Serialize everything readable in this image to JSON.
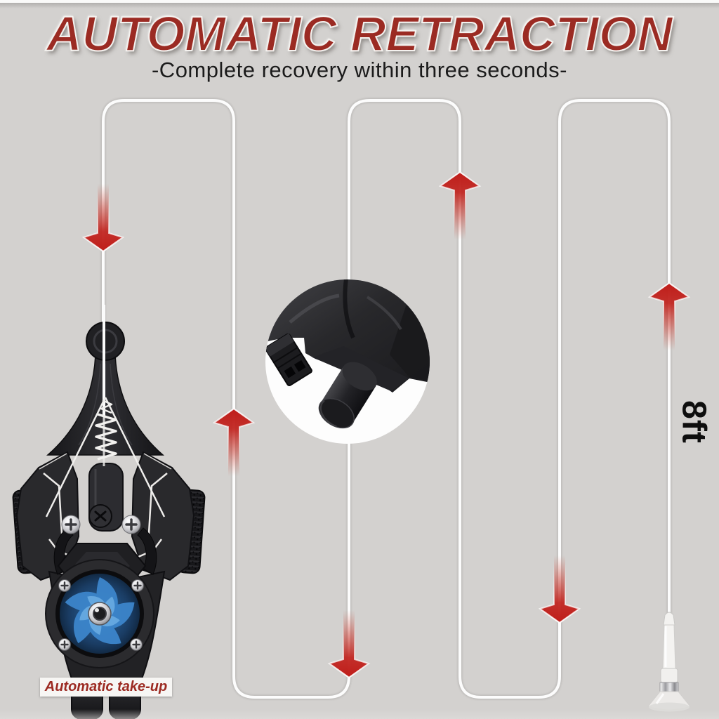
{
  "header": {
    "title": "AUTOMATIC RETRACTION",
    "subtitle": "-Complete recovery within three seconds-"
  },
  "labels": {
    "takeup": "Automatic take-up",
    "rope_length": "8ft"
  },
  "colors": {
    "background": "#d3d1cf",
    "title_red": "#9b2b23",
    "subtitle_black": "#1b1b1b",
    "arrow_red": "#c2231e",
    "string_white": "#fbfbfb",
    "fan_blue": "#3d85cb",
    "takeup_text": "#9c2a22",
    "takeup_bg": "#f7f6f4"
  },
  "diagram": {
    "string_segments": 6,
    "arrows": [
      {
        "column": 1,
        "direction": "down"
      },
      {
        "column": 2,
        "direction": "up"
      },
      {
        "column": 3,
        "direction": "down"
      },
      {
        "column": 4,
        "direction": "up"
      },
      {
        "column": 5,
        "direction": "down"
      },
      {
        "column": 6,
        "direction": "up"
      }
    ],
    "objects": [
      "web-shooter-device",
      "detail-inset-circle",
      "suction-cup-dart"
    ]
  }
}
